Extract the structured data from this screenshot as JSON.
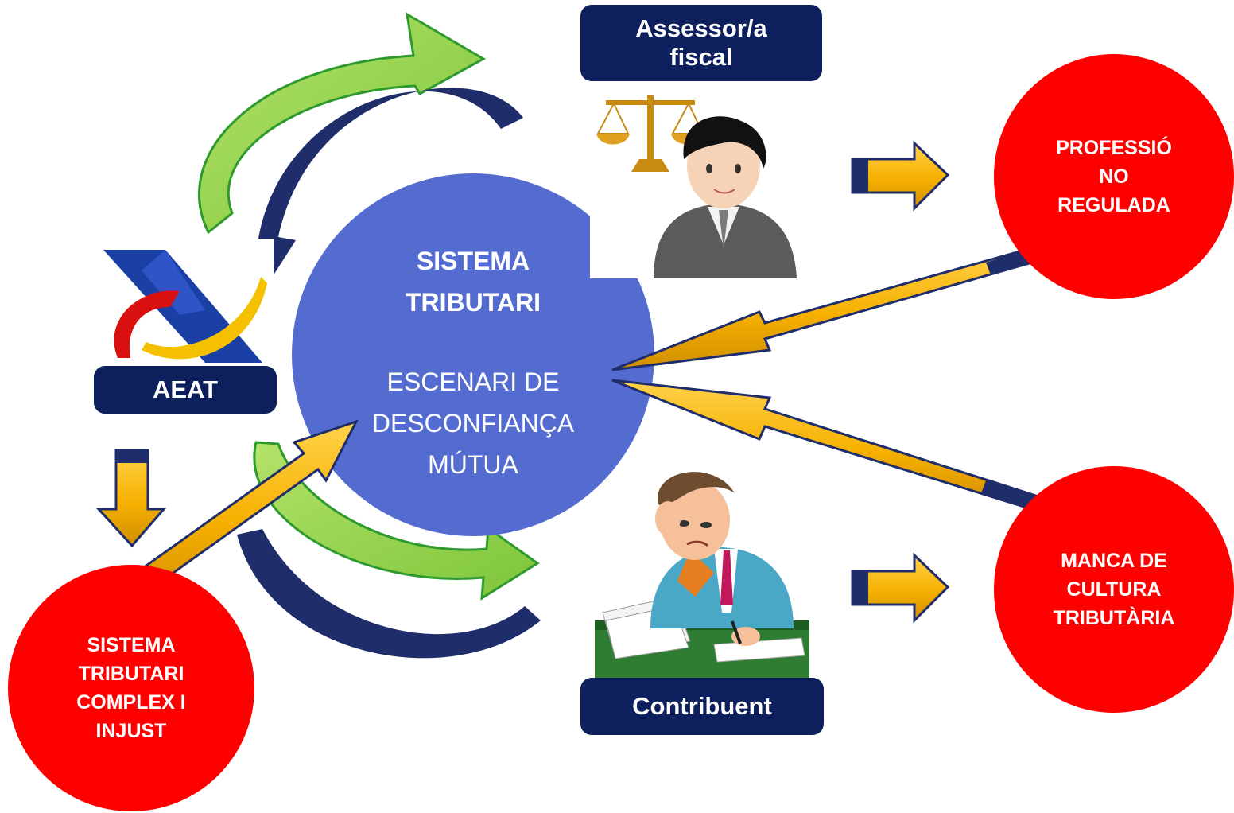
{
  "center": {
    "title_lines": [
      "SISTEMA",
      "TRIBUTARI"
    ],
    "subtitle_lines": [
      "ESCENARI DE",
      "DESCONFIANÇA",
      "MÚTUA"
    ],
    "color": "#546ccf"
  },
  "actors": {
    "advisor": {
      "label_lines": [
        "Assessor/a",
        "fiscal"
      ],
      "icon": "judge-with-scales-icon"
    },
    "taxpayer": {
      "label": "Contribuent",
      "icon": "worried-man-at-desk-icon"
    },
    "agency": {
      "label": "AEAT",
      "icon": "aeat-logo-icon"
    }
  },
  "problems": {
    "top_right": [
      "PROFESSIÓ",
      "NO",
      "REGULADA"
    ],
    "bottom_right": [
      "MANCA DE",
      "CULTURA",
      "TRIBUTÀRIA"
    ],
    "bottom_left": [
      "SISTEMA",
      "TRIBUTARI",
      "COMPLEX I",
      "INJUST"
    ]
  },
  "colors": {
    "problem_red": "#fe0000",
    "label_navy": "#0d1f5c",
    "arrow_gold": "#f7b400",
    "arc_green": "#92d050",
    "arc_navy": "#1f2d6b"
  }
}
